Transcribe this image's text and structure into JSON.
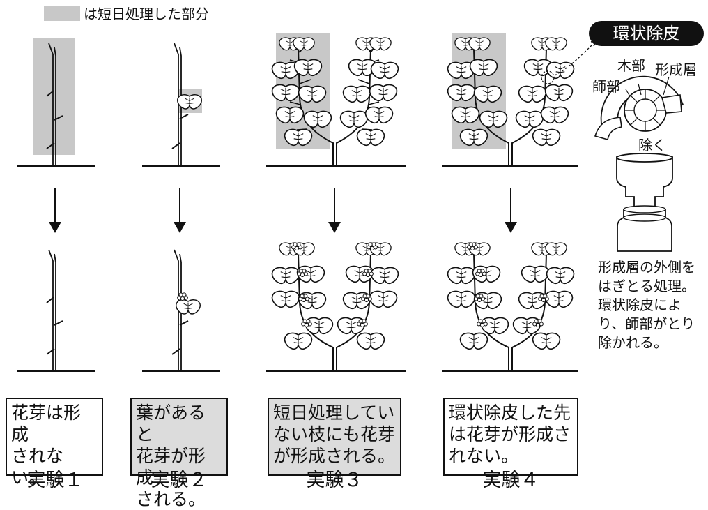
{
  "legend": {
    "text": "は短日処理した部分",
    "shade_color": "#c8c8c8"
  },
  "experiments": [
    {
      "label": "実験１",
      "result": "花芽は形成\nされない。",
      "result_bg": "#ffffff"
    },
    {
      "label": "実験２",
      "result": "葉があると\n花芽が形成\nされる。",
      "result_bg": "#dcdcdc"
    },
    {
      "label": "実験３",
      "result": "短日処理してい\nない枝にも花芽\nが形成される。",
      "result_bg": "#dcdcdc"
    },
    {
      "label": "実験４",
      "result": "環状除皮した先\nは花芽が形成さ\nれない。",
      "result_bg": "#ffffff"
    }
  ],
  "girdling": {
    "title": "環状除皮",
    "xylem": "木部",
    "cambium": "形成層",
    "phloem": "師部",
    "remove": "除く",
    "note": "形成層の外側を\nはぎとる処理。\n環状除皮によ\nり、師部がとり\n除かれる。"
  }
}
